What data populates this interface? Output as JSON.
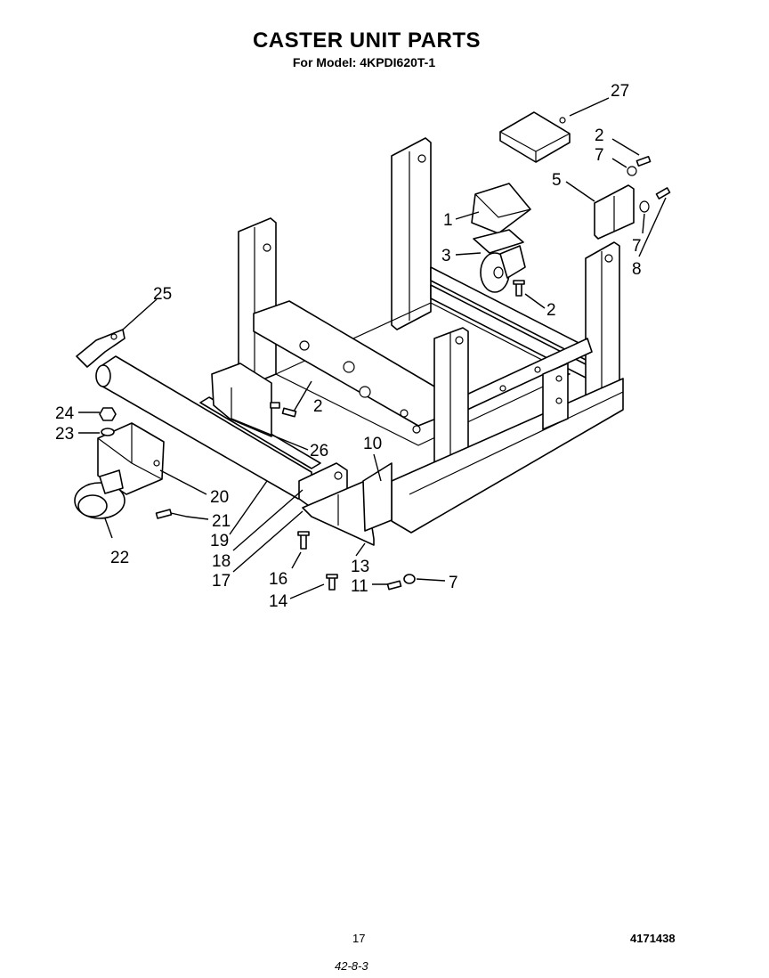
{
  "header": {
    "title": "CASTER UNIT PARTS",
    "subtitle": "For Model: 4KPDI620T-1"
  },
  "callouts": {
    "c1": "1",
    "c2a": "2",
    "c2b": "2",
    "c2c": "2",
    "c3": "3",
    "c5": "5",
    "c7a": "7",
    "c7b": "7",
    "c7c": "7",
    "c8": "8",
    "c10": "10",
    "c11": "11",
    "c13": "13",
    "c14": "14",
    "c16": "16",
    "c17": "17",
    "c18": "18",
    "c19": "19",
    "c20": "20",
    "c21": "21",
    "c22": "22",
    "c23": "23",
    "c24": "24",
    "c25": "25",
    "c26": "26",
    "c27": "27"
  },
  "footer": {
    "page_number": "17",
    "document_number": "4171438",
    "handwritten_note": "42-8-3"
  }
}
